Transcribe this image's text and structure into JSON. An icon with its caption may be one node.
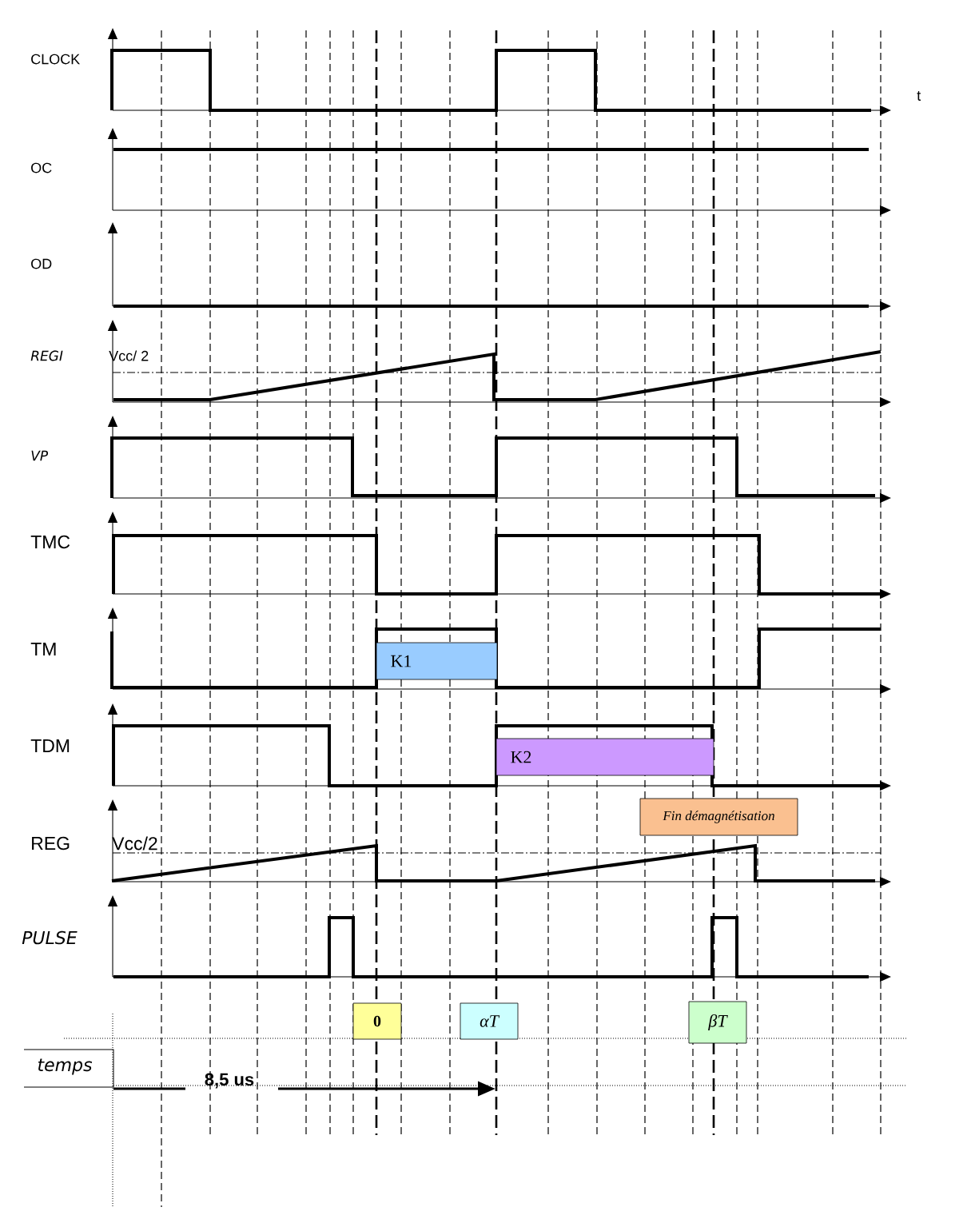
{
  "diagram": {
    "nodes": [
      {
        "text": [
          "K1"
        ]
      },
      {
        "text": [
          "K2"
        ]
      },
      {
        "text": [
          "Fin démagnétisation"
        ]
      },
      {
        "text": [
          "0"
        ]
      },
      {
        "text": [
          "αT"
        ]
      },
      {
        "text": [
          "βT"
        ]
      },
      {
        "text": [
          "temps"
        ]
      }
    ],
    "labels": [
      "CLOCK",
      "t",
      "OC",
      "OD",
      "REGI",
      "Vcc/ 2",
      "VP",
      "TMC",
      "TM",
      "TDM",
      "REG",
      "Vcc/2",
      "PULSE",
      "8,5 us"
    ]
  }
}
